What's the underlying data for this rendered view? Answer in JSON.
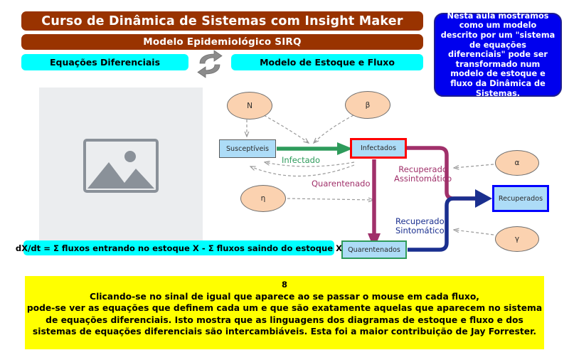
{
  "header": {
    "title": "Curso de Dinâmica de Sistemas com Insight Maker",
    "subtitle": "Modelo Epidemiológico SIRQ",
    "left_bar": "Equações Diferenciais",
    "right_bar": "Modelo de Estoque e Fluxo",
    "swap_icon": "swap-arrows-icon"
  },
  "callout": {
    "text": "Nesta aula mostramos como um modelo descrito por um \"sistema de equações diferenciais\" pode ser transformado num modelo de estoque e fluxo da Dinâmica de Sistemas."
  },
  "image_placeholder": {
    "icon": "broken-image-icon"
  },
  "equation_bar": {
    "text": "dX/dt = Σ fluxos entrando no estoque X - Σ fluxos saindo do estoque X"
  },
  "footer": {
    "page_number": "8",
    "line1": "Clicando-se no sinal de igual que aparece ao se passar o mouse em cada fluxo,",
    "line2": "pode-se ver as equações que definem cada um e que são exatamente aquelas que aparecem no sistema",
    "line3": "de equações diferenciais. Isto mostra que as linguagens dos diagramas de estoque e fluxo e dos",
    "line4": "sistemas de equações diferenciais são intercambiáveis. Esta foi a maior contribuição de Jay Forrester."
  },
  "diagram": {
    "stocks": [
      {
        "id": "susceptiveis",
        "label": "Susceptíveis",
        "border_color": "#595959",
        "fill": "#addcf7"
      },
      {
        "id": "infectados",
        "label": "Infectados",
        "border_color": "#ff0000",
        "fill": "#addcf7"
      },
      {
        "id": "quarentenados",
        "label": "Quarentenados",
        "border_color": "#2e9b5b",
        "fill": "#addcf7"
      },
      {
        "id": "recuperados",
        "label": "Recuperados",
        "border_color": "#0000ff",
        "fill": "#addcf7"
      }
    ],
    "variables": [
      {
        "id": "N",
        "label": "N",
        "fill": "#fbd2b0"
      },
      {
        "id": "beta",
        "label": "β",
        "fill": "#fbd2b0"
      },
      {
        "id": "eta",
        "label": "η",
        "fill": "#fbd2b0"
      },
      {
        "id": "alpha",
        "label": "α",
        "fill": "#fbd2b0"
      },
      {
        "id": "gamma",
        "label": "γ",
        "fill": "#fbd2b0"
      }
    ],
    "flows": [
      {
        "id": "infectado",
        "label": "Infectado",
        "color": "#2e9b5b",
        "from": "susceptiveis",
        "to": "infectados"
      },
      {
        "id": "quarentenado",
        "label": "Quarentenado",
        "color": "#a0306a",
        "from": "infectados",
        "to": "quarentenados"
      },
      {
        "id": "rec_assint",
        "label": "Recuperado\nAssintomático",
        "color": "#a0306a",
        "from": "infectados",
        "to": "recuperados"
      },
      {
        "id": "rec_sint",
        "label": "Recuperado\nSintomático",
        "color": "#1a2f8f",
        "from": "quarentenados",
        "to": "recuperados"
      }
    ],
    "flow_label_lines": {
      "rec_assint_line1": "Recuperado",
      "rec_assint_line2": "Assintomático",
      "rec_sint_line1": "Recuperado",
      "rec_sint_line2": "Sintomático"
    }
  },
  "colors": {
    "brand_brown": "#993300",
    "cyan": "#00ffff",
    "callout_blue": "#0000ee",
    "footer_yellow": "#ffff00",
    "stock_fill": "#addcf7",
    "variable_fill": "#fbd2b0"
  }
}
